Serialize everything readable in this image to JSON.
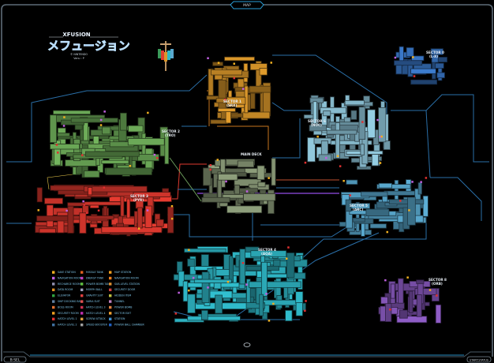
{
  "frame": {
    "top_tab": "MAP",
    "bottom_left_tab": "B:SEL",
    "bottom_right_tab": "START:STATUS"
  },
  "title": {
    "english": "XFUSION",
    "japanese": "メフュージョン",
    "copyright": "© NINTENDO",
    "credit": "Vanu : P"
  },
  "sectors": [
    {
      "name": "SECTOR 1",
      "code": "(SRX)",
      "color": "#d9962a"
    },
    {
      "name": "SECTOR 2",
      "code": "(TRO)",
      "color": "#6fae5a"
    },
    {
      "name": "SECTOR 3",
      "code": "(PYR)",
      "color": "#e0392f"
    },
    {
      "name": "SECTOR 4",
      "code": "(AQA)",
      "color": "#2fb7c6"
    },
    {
      "name": "SECTOR 5",
      "code": "(ARC)",
      "color": "#5aaad0"
    },
    {
      "name": "SECTOR 6",
      "code": "(NOC)",
      "color": "#8ec4d8"
    },
    {
      "name": "SECTOR 0",
      "code": "(L-X)",
      "color": "#3a78c8"
    },
    {
      "name": "SECTOR 8",
      "code": "(ORB)",
      "color": "#8a5ac0"
    },
    {
      "name": "MAIN DECK",
      "code": "",
      "color": "#8a9a78"
    }
  ],
  "legend": [
    {
      "label": "SAVE STATION",
      "color": "#f0b020"
    },
    {
      "label": "NAVIGATION ROOM",
      "color": "#c060e0"
    },
    {
      "label": "RECHARGE ROOM",
      "color": "#9090b0"
    },
    {
      "label": "DATA ROOM",
      "color": "#e09020"
    },
    {
      "label": "ELEVATOR",
      "color": "#30a040"
    },
    {
      "label": "SHIP DOCKING BAY",
      "color": "#6080a0"
    },
    {
      "label": "BOSS ROOM",
      "color": "#e07030"
    },
    {
      "label": "SECURITY ROOM",
      "color": "#f0a020"
    },
    {
      "label": "HATCH LEVEL 1",
      "color": "#e03030"
    },
    {
      "label": "HATCH LEVEL 2",
      "color": "#4070a0"
    },
    {
      "label": "MISSILE TANK",
      "color": "#e06020"
    },
    {
      "label": "ENERGY TANK",
      "color": "#c040c0"
    },
    {
      "label": "POWER BOMB TANK",
      "color": "#60c040"
    },
    {
      "label": "MORPH BALL",
      "color": "#a0a0c0"
    },
    {
      "label": "GRAVITY SUIT",
      "color": "#e04040"
    },
    {
      "label": "VARIA SUIT",
      "color": "#e05050"
    },
    {
      "label": "HATCH LEVEL 3",
      "color": "#d03050"
    },
    {
      "label": "HATCH LEVEL 4",
      "color": "#c030b0"
    },
    {
      "label": "SCREW ATTACK",
      "color": "#e0a040"
    },
    {
      "label": "SPEED BOOSTER",
      "color": "#a0a0a0"
    },
    {
      "label": "MAP STATION",
      "color": "#f0a020"
    },
    {
      "label": "NAVIGATION ROOM",
      "color": "#f08020"
    },
    {
      "label": "SUB-LEVEL STATION",
      "color": "#e09030"
    },
    {
      "label": "SECURITY DOOR",
      "color": "#d04040"
    },
    {
      "label": "HIDDEN ITEM",
      "color": "#c0c040"
    },
    {
      "label": "TUNNEL",
      "color": "#c080c0"
    },
    {
      "label": "POWER BOMB",
      "color": "#e08040"
    },
    {
      "label": "SECTOR EXIT",
      "color": "#f0a030"
    },
    {
      "label": "STATION",
      "color": "#4090d0"
    },
    {
      "label": "POWER BALL CHAMBER",
      "color": "#2060c0"
    }
  ]
}
